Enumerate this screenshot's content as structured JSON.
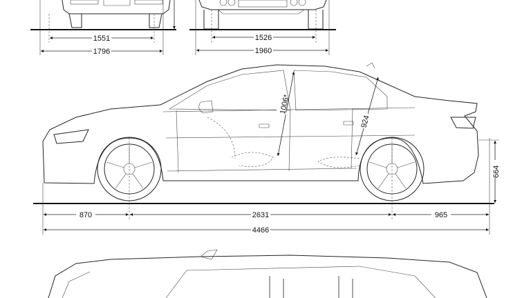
{
  "front_view": {
    "track": "1551",
    "width": "1796"
  },
  "rear_view": {
    "track": "1526",
    "width_with_mirrors": "1960"
  },
  "side_view": {
    "front_overhang": "870",
    "wheelbase": "2631",
    "rear_overhang": "965",
    "length": "4466",
    "height_label": "664",
    "front_headroom": "1006*",
    "rear_headroom": "924"
  }
}
